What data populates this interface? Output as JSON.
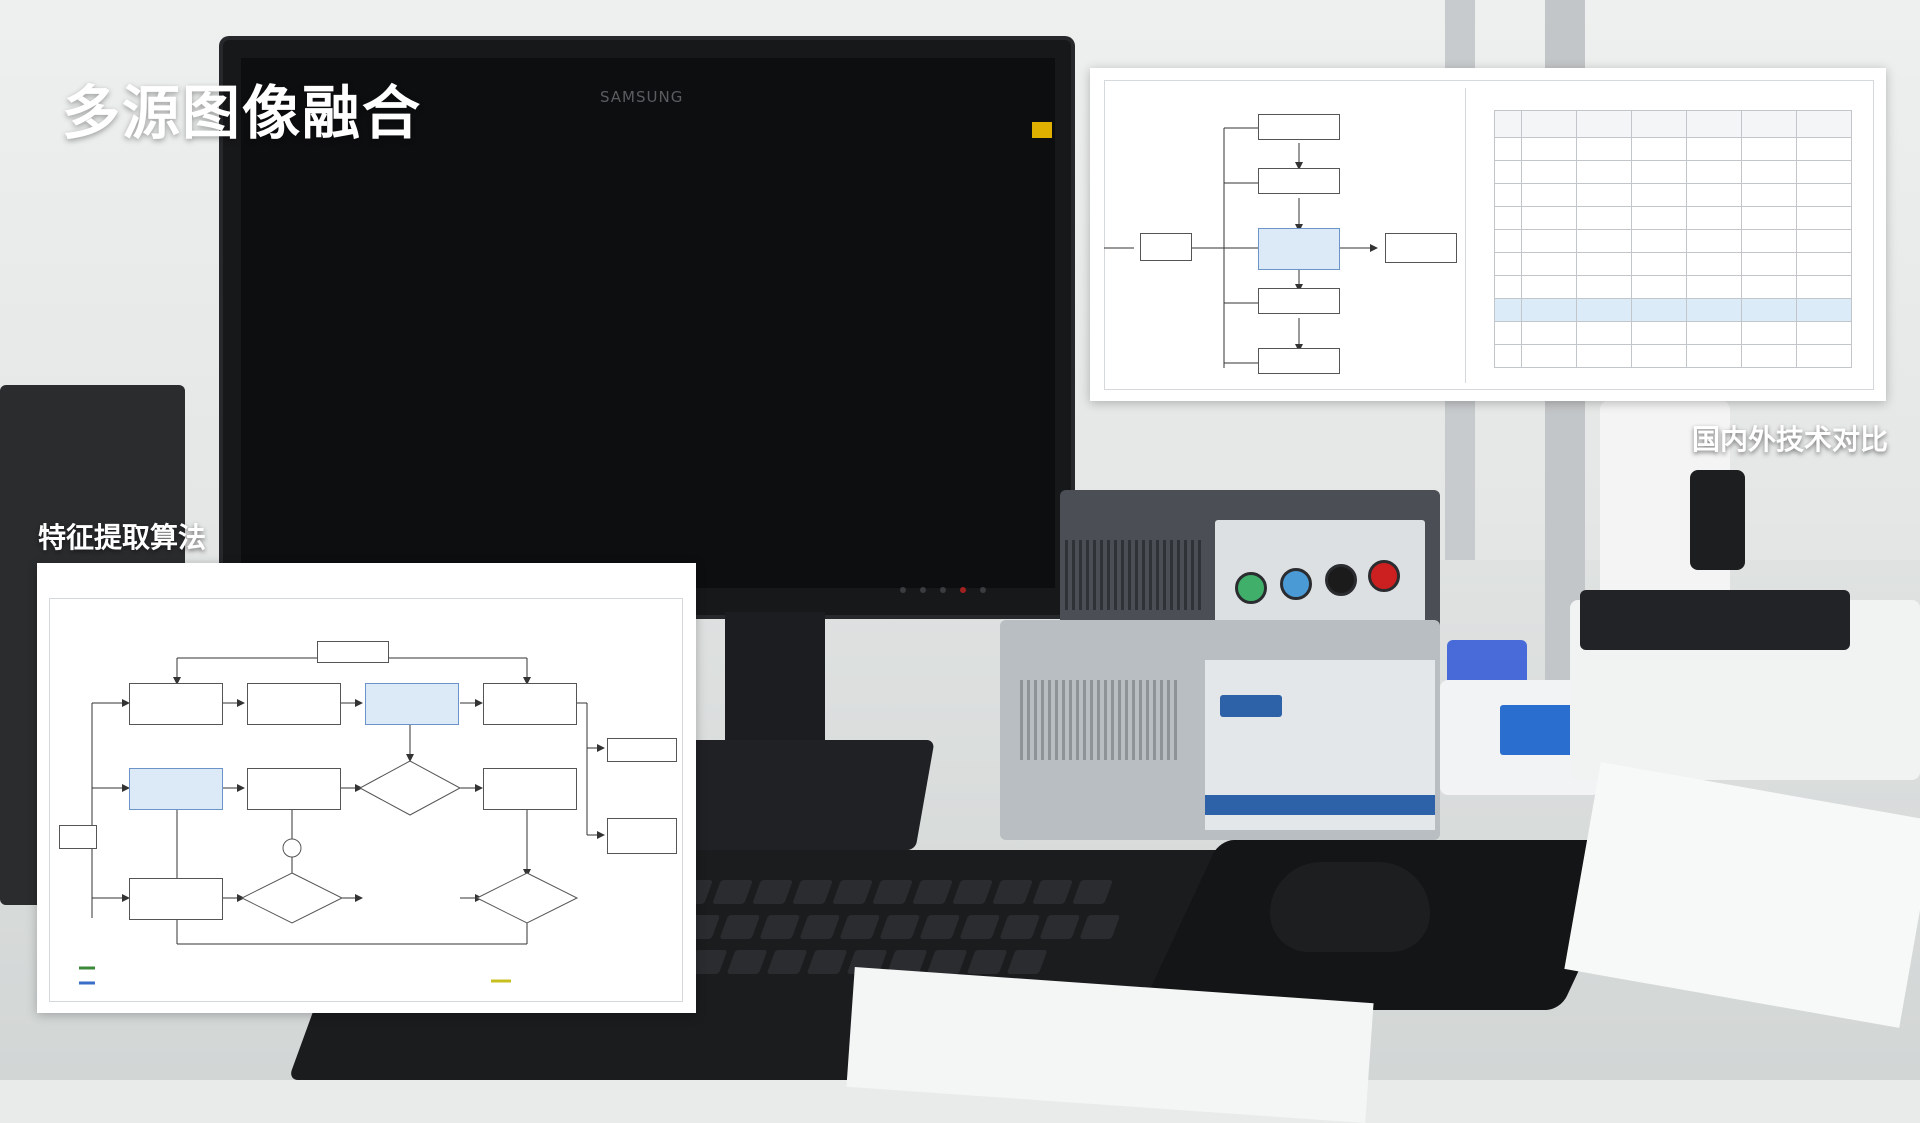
{
  "overlay": {
    "main_title": "多源图像融合",
    "left_caption": "特征提取算法",
    "right_caption": "国内外技术对比"
  },
  "monitor": {
    "brand": "SAMSUNG"
  }
}
